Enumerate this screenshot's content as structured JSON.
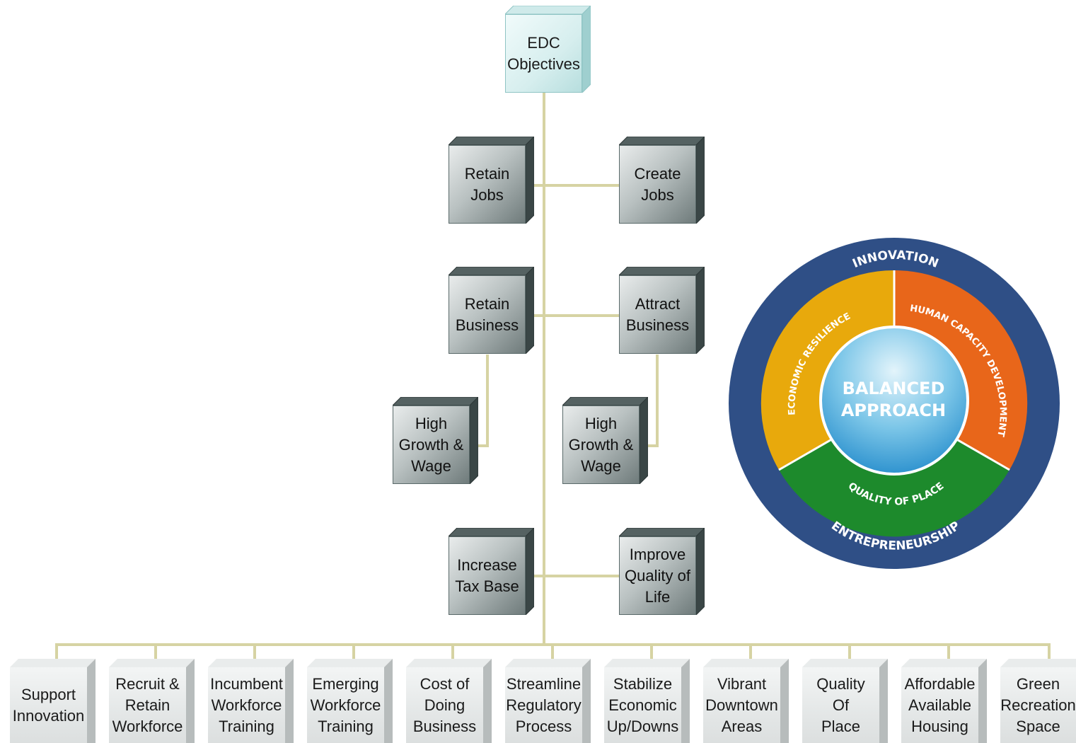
{
  "root": {
    "line1": "EDC",
    "line2": "Objectives"
  },
  "pairs": [
    {
      "left": [
        "Retain",
        "Jobs"
      ],
      "right": [
        "Create",
        "Jobs"
      ]
    },
    {
      "left": [
        "Retain",
        "Business"
      ],
      "right": [
        "Attract",
        "Business"
      ]
    },
    {
      "left": [
        "High",
        "Growth &",
        "Wage"
      ],
      "right": [
        "High",
        "Growth &",
        "Wage"
      ]
    },
    {
      "left": [
        "Increase",
        "Tax Base"
      ],
      "right": [
        "Improve",
        "Quality of",
        "Life"
      ]
    }
  ],
  "bottom": [
    [
      "Support",
      "Innovation"
    ],
    [
      "Recruit &",
      "Retain",
      "Workforce"
    ],
    [
      "Incumbent",
      "Workforce",
      "Training"
    ],
    [
      "Emerging",
      "Workforce",
      "Training"
    ],
    [
      "Cost of",
      "Doing",
      "Business"
    ],
    [
      "Streamline",
      "Regulatory",
      "Process"
    ],
    [
      "Stabilize",
      "Economic",
      "Up/Downs"
    ],
    [
      "Vibrant",
      "Downtown",
      "Areas"
    ],
    [
      "Quality",
      "Of",
      "Place"
    ],
    [
      "Affordable",
      "Available",
      "Housing"
    ],
    [
      "Green",
      "Recreation",
      "Space"
    ]
  ],
  "wheel": {
    "outer_top": "INNOVATION",
    "outer_bottom": "ENTREPRENEURSHIP",
    "segment_left": "ECONOMIC RESILIENCE",
    "segment_right": "HUMAN CAPACITY DEVELOPMENT",
    "segment_bottom": "QUALITY OF PLACE",
    "center_line1": "BALANCED",
    "center_line2": "APPROACH"
  },
  "colors": {
    "connector": "#d6d3a3",
    "outer_ring": "#2f4f86",
    "economic": "#e8a90c",
    "human": "#e8661a",
    "quality": "#1d8a2c",
    "center": "#5fb9e0"
  }
}
